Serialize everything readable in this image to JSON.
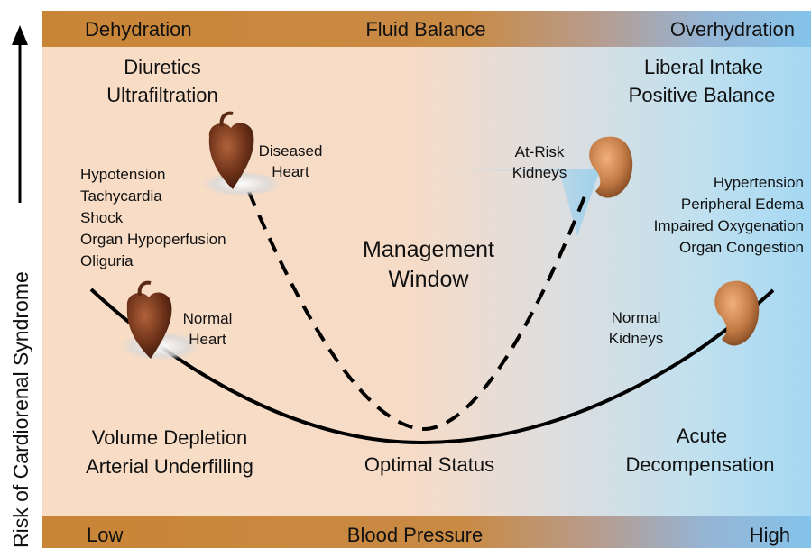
{
  "y_axis_label": "Risk of Cardiorenal Syndrome",
  "top_bar": {
    "left": "Dehydration",
    "center": "Fluid Balance",
    "right": "Overhydration"
  },
  "bottom_bar": {
    "left": "Low",
    "center": "Blood Pressure",
    "right": "High"
  },
  "top_left_interventions": [
    "Diuretics",
    "Ultrafiltration"
  ],
  "top_right_interventions": [
    "Liberal Intake",
    "Positive Balance"
  ],
  "left_symptoms": [
    "Hypotension",
    "Tachycardia",
    "Shock",
    "Organ Hypoperfusion",
    "Oliguria"
  ],
  "right_symptoms": [
    "Hypertension",
    "Peripheral Edema",
    "Impaired Oxygenation",
    "Organ Congestion"
  ],
  "diseased_heart": [
    "Diseased",
    "Heart"
  ],
  "normal_heart": [
    "Normal",
    "Heart"
  ],
  "at_risk_kidneys": [
    "At-Risk",
    "Kidneys"
  ],
  "normal_kidneys": [
    "Normal",
    "Kidneys"
  ],
  "management_window": [
    "Management",
    "Window"
  ],
  "bottom_left_state": [
    "Volume Depletion",
    "Arterial Underfilling"
  ],
  "bottom_center_state": "Optimal Status",
  "bottom_right_state": [
    "Acute",
    "Decompensation"
  ],
  "colors": {
    "bar_orange": "#c8863a",
    "bar_blue": "#87c6ea",
    "panel_peach": "#f8ddc6",
    "panel_blue": "#a9d9f3",
    "heart": "#7a3a22",
    "kidney": "#c27a45",
    "curve": "#000000"
  }
}
